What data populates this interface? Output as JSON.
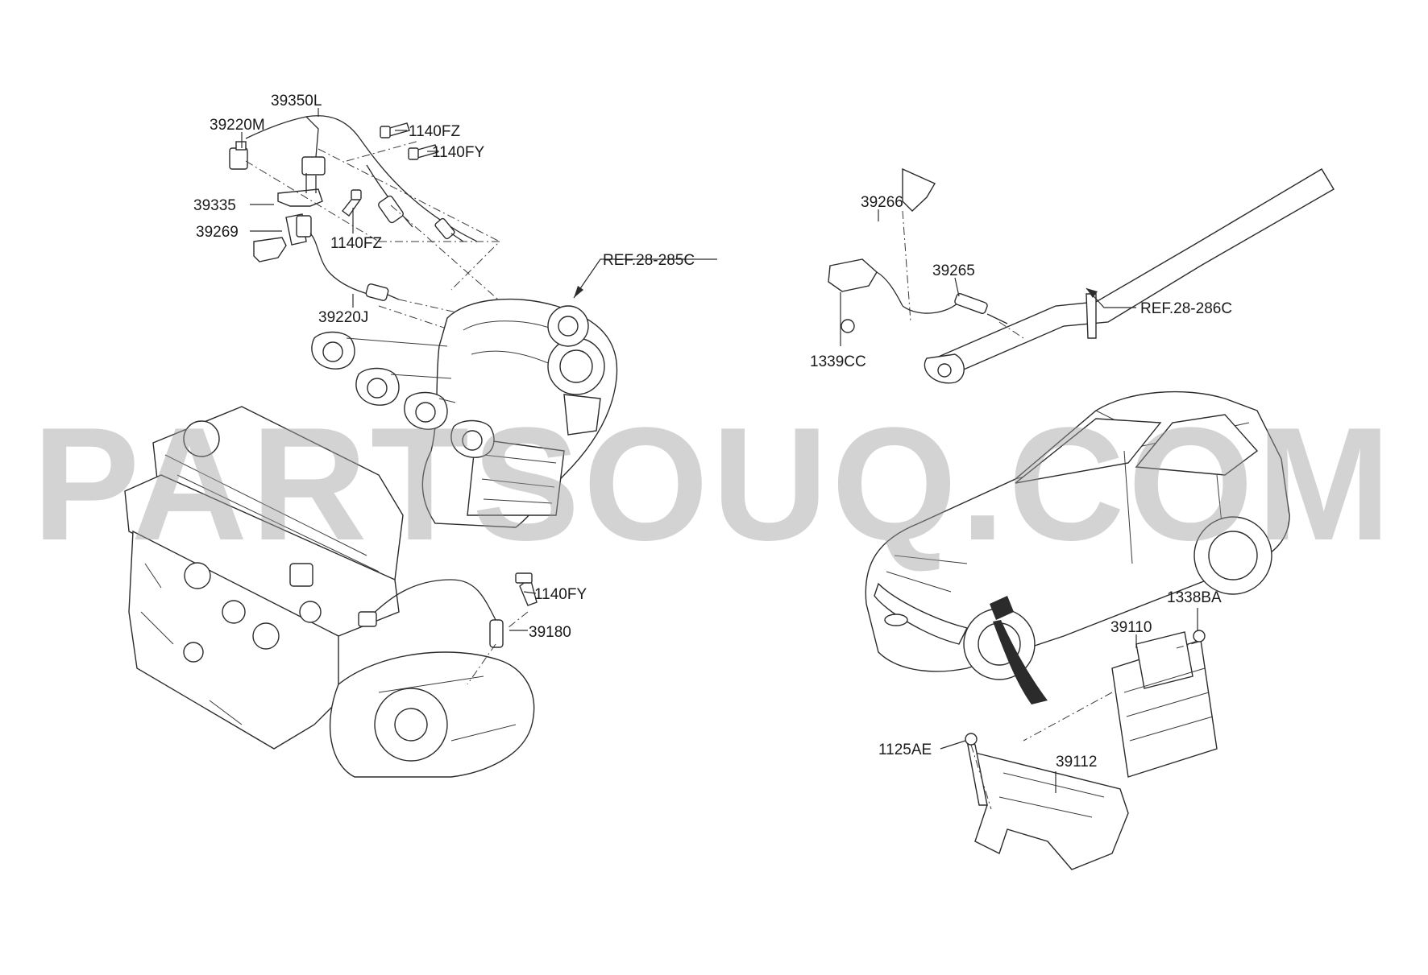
{
  "watermark": "PARTSOUQ.COM",
  "parts": {
    "p39350L": "39350L",
    "p39220M": "39220M",
    "p1140FZ_top": "1140FZ",
    "p1140FY_top": "1140FY",
    "p39335": "39335",
    "p39269": "39269",
    "p1140FZ_mid": "1140FZ",
    "p39220J": "39220J",
    "ref285C": "REF.28-285C",
    "p1140FY_low": "1140FY",
    "p39180": "39180",
    "p39266": "39266",
    "p39265": "39265",
    "p1339CC": "1339CC",
    "ref286C": "REF.28-286C",
    "p1338BA": "1338BA",
    "p39110": "39110",
    "p1125AE": "1125AE",
    "p39112": "39112"
  }
}
